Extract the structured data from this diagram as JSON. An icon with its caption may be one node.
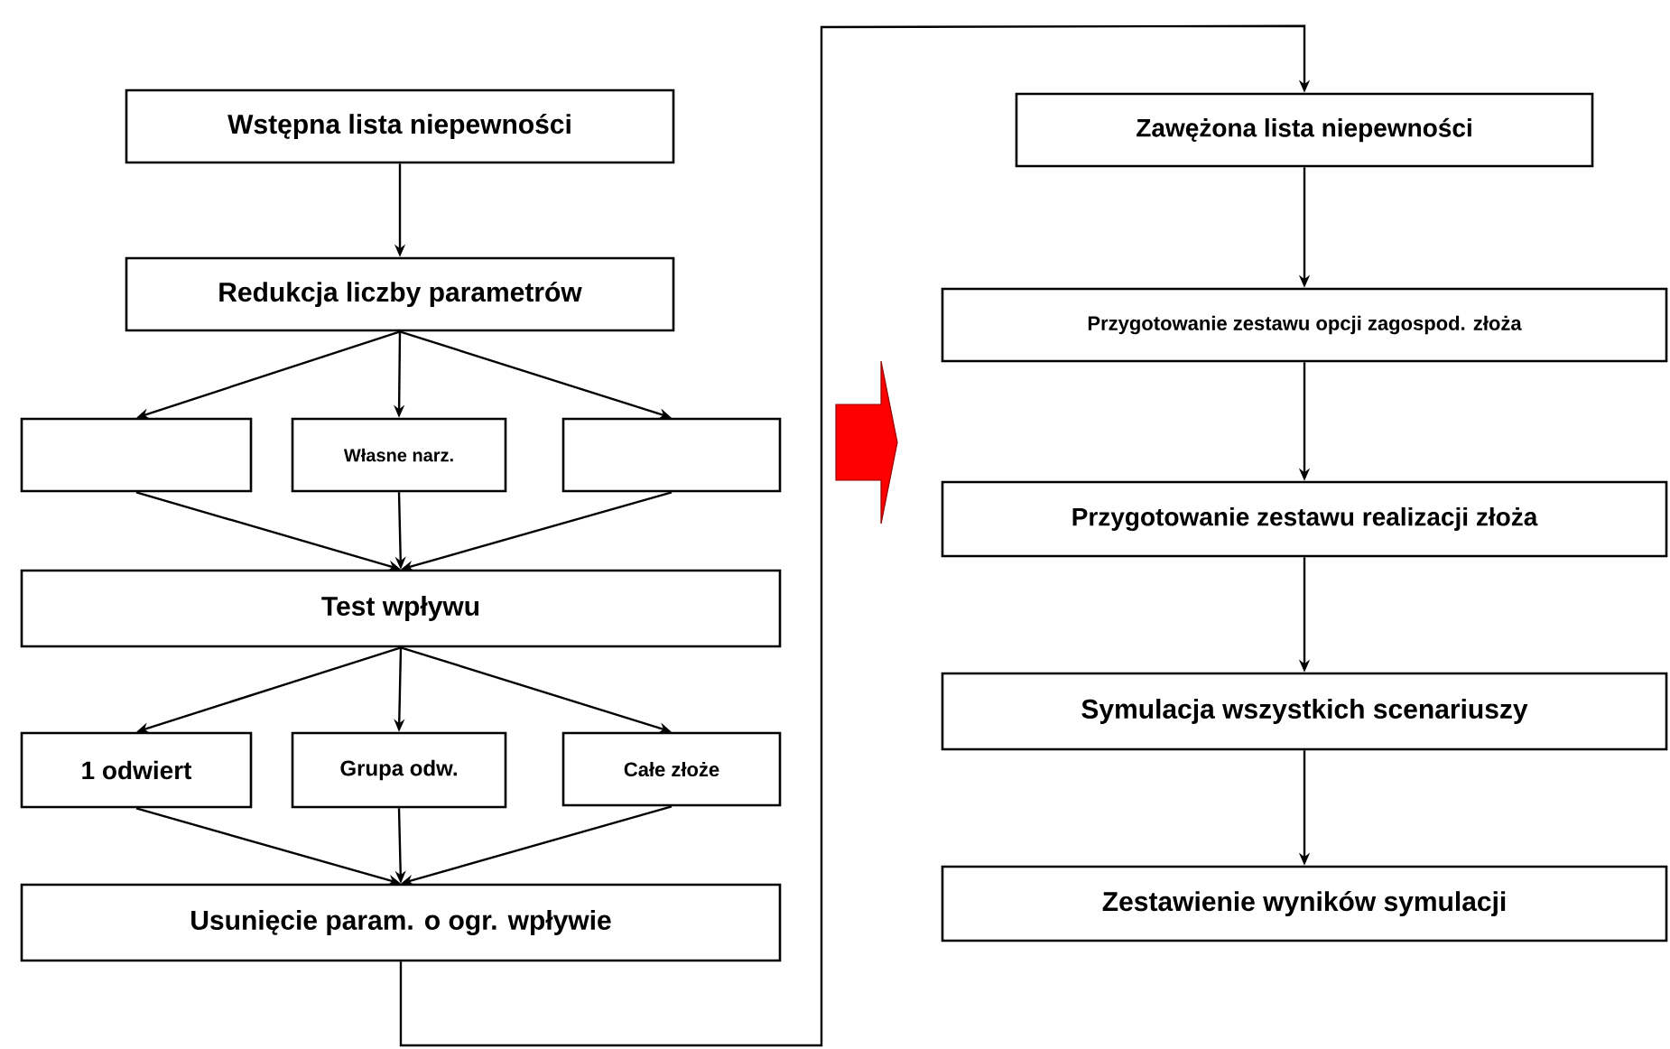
{
  "diagram": {
    "nodes": [
      {
        "text": [
          "Wstępna lista niepewności"
        ]
      },
      {
        "text": [
          "Redukcja liczby parametrów"
        ]
      },
      {
        "text": [],
        "shape": "box"
      },
      {
        "text": [
          "Własne narz."
        ]
      },
      {
        "text": [],
        "shape": "box"
      },
      {
        "text": [
          "Test wpływu"
        ]
      },
      {
        "text": [
          "1 odwiert"
        ]
      },
      {
        "text": [
          "Grupa odw."
        ]
      },
      {
        "text": [
          "Całe złoże"
        ]
      },
      {
        "text": [
          "Usunięcie param. o ogr. wpływie"
        ]
      },
      {
        "text": [
          "Zawężona lista niepewności"
        ]
      },
      {
        "text": [
          "Przygotowanie zestawu opcji zagospod. złoża"
        ]
      },
      {
        "text": [
          "Przygotowanie zestawu realizacji złoża"
        ]
      },
      {
        "text": [
          "Symulacja wszystkich scenariuszy"
        ]
      },
      {
        "text": [
          "Zestawienie wyników symulacji"
        ]
      }
    ],
    "edges": [
      {
        "from": 0,
        "to": 1,
        "arrow": "to"
      },
      {
        "from": 1,
        "to": 2,
        "arrow": "to"
      },
      {
        "from": 1,
        "to": 3,
        "arrow": "to"
      },
      {
        "from": 1,
        "to": 4,
        "arrow": "to"
      },
      {
        "from": 2,
        "to": 5,
        "arrow": "to"
      },
      {
        "from": 3,
        "to": 5,
        "arrow": "to"
      },
      {
        "from": 4,
        "to": 5,
        "arrow": "to"
      },
      {
        "from": 5,
        "to": 6,
        "arrow": "to"
      },
      {
        "from": 5,
        "to": 7,
        "arrow": "to"
      },
      {
        "from": 5,
        "to": 8,
        "arrow": "to"
      },
      {
        "from": 6,
        "to": 9,
        "arrow": "to"
      },
      {
        "from": 7,
        "to": 9,
        "arrow": "to"
      },
      {
        "from": 8,
        "to": 9,
        "arrow": "to"
      },
      {
        "from": 9,
        "to": 10,
        "arrow": "to"
      },
      {
        "from": 10,
        "to": 11,
        "arrow": "to"
      },
      {
        "from": 11,
        "to": 12,
        "arrow": "to"
      },
      {
        "from": 12,
        "to": 13,
        "arrow": "to"
      },
      {
        "from": 13,
        "to": 14,
        "arrow": "to"
      }
    ]
  }
}
